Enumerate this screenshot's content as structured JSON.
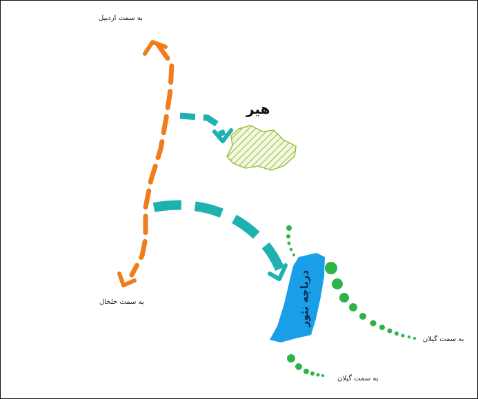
{
  "village": {
    "name": "هیر"
  },
  "lake": {
    "name": "دریاچه نئور"
  },
  "directions": {
    "ardabil": "به سمت اردبیل",
    "khalkhal": "به سمت خلخال",
    "gilan_east": "به سمت گیلان",
    "gilan_south": "به سمت گیلان"
  },
  "colors": {
    "road_main": "#f07d1a",
    "access_route": "#1fb0b0",
    "lake_fill": "#1b9ee8",
    "green_route": "#2db34a",
    "village_hatch": "#9bbf3a"
  }
}
